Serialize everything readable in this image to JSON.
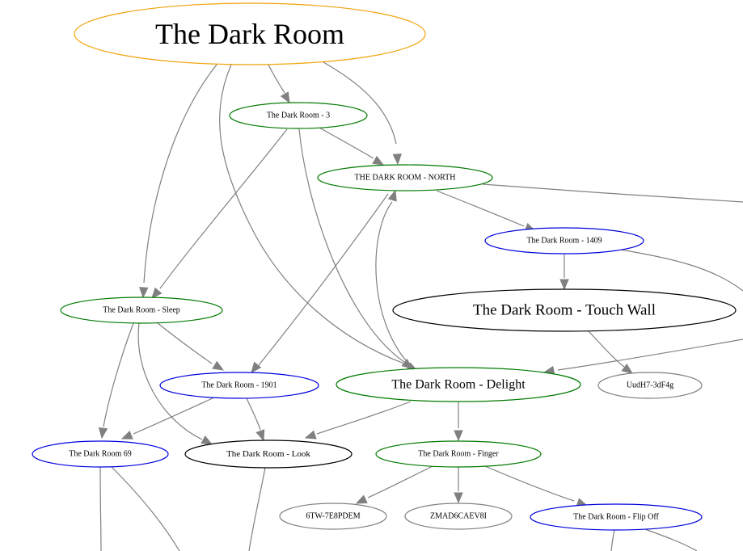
{
  "colors": {
    "edge": "#808080",
    "root_outline": "#f0a30a",
    "green_outline": "#007a00",
    "blue_outline": "#0000dd",
    "black_outline": "#000000",
    "gray_outline": "#808080"
  },
  "nodes": {
    "root": {
      "label": "The Dark Room",
      "color": "root_outline"
    },
    "n3": {
      "label": "The Dark Room - 3",
      "color": "green_outline"
    },
    "north": {
      "label": "THE DARK ROOM - NORTH",
      "color": "green_outline"
    },
    "n1409": {
      "label": "The Dark Room - 1409",
      "color": "blue_outline"
    },
    "touchwall": {
      "label": "The Dark Room - Touch Wall",
      "color": "black_outline"
    },
    "sleep": {
      "label": "The Dark Room - Sleep",
      "color": "green_outline"
    },
    "n1901": {
      "label": "The Dark Room - 1901",
      "color": "blue_outline"
    },
    "delight": {
      "label": "The Dark Room - Delight",
      "color": "green_outline"
    },
    "udh": {
      "label": "UudH7-3dF4g",
      "color": "gray_outline"
    },
    "n69": {
      "label": "The Dark Room 69",
      "color": "blue_outline"
    },
    "look": {
      "label": "The Dark Room - Look",
      "color": "black_outline"
    },
    "finger": {
      "label": "The Dark Room - Finger",
      "color": "green_outline"
    },
    "tw": {
      "label": "6TW-7E8PDEM",
      "color": "gray_outline"
    },
    "zmad": {
      "label": "ZMAD6CAEV8I",
      "color": "gray_outline"
    },
    "flipoff": {
      "label": "The Dark Room - Flip Off",
      "color": "blue_outline"
    }
  }
}
